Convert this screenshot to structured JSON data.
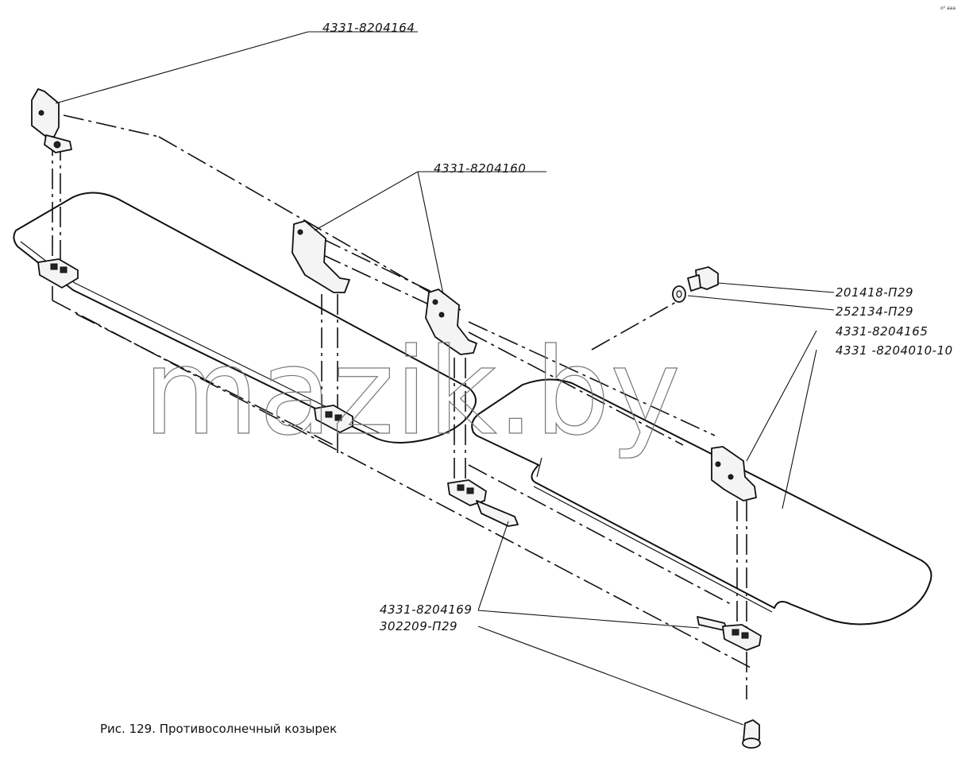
{
  "figure": {
    "caption": "Рис. 129. Противосолнечный козырек",
    "watermark": "mazik.by",
    "corner_mark": "о⁰ ааа"
  },
  "labels": {
    "bracket_left_top": "4331-8204164",
    "bracket_middle": "4331-8204160",
    "screw": "201418-П29",
    "washer": "252134-П29",
    "bracket_right": "4331-8204165",
    "visor_right": "4331 -8204010-10",
    "pin": "4331-8204169",
    "bolt": "302209-П29"
  }
}
